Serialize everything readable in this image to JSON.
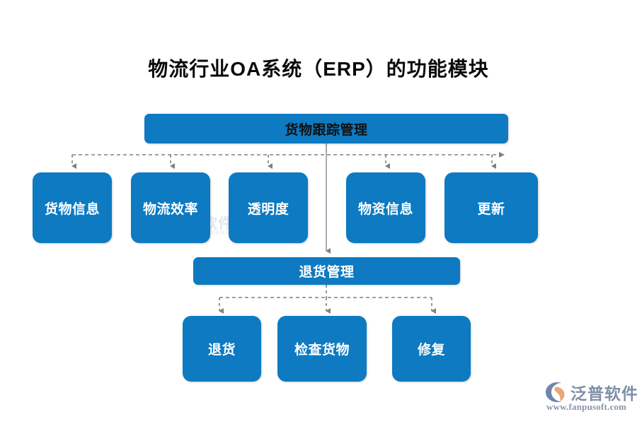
{
  "page": {
    "title": "物流行业OA系统（ERP）的功能模块",
    "background_color": "#ffffff",
    "accent_color": "#0d7ac2",
    "connector_color": "#808080"
  },
  "diagram": {
    "root": {
      "label": "货物跟踪管理",
      "text_color": "#111111"
    },
    "branch_level1": [
      {
        "label": "货物信息"
      },
      {
        "label": "物流效率"
      },
      {
        "label": "透明度"
      },
      {
        "label": "物资信息"
      },
      {
        "label": "更新"
      }
    ],
    "mid": {
      "label": "退货管理",
      "text_color": "#ffffff"
    },
    "branch_level2": [
      {
        "label": "退货"
      },
      {
        "label": "检查货物"
      },
      {
        "label": "修复"
      }
    ]
  },
  "watermark": {
    "name": "泛普软件",
    "subtitle": "FANPU SOFTWARE"
  },
  "brand": {
    "name": "泛普软件",
    "url": "www.fanpusoft.com"
  }
}
